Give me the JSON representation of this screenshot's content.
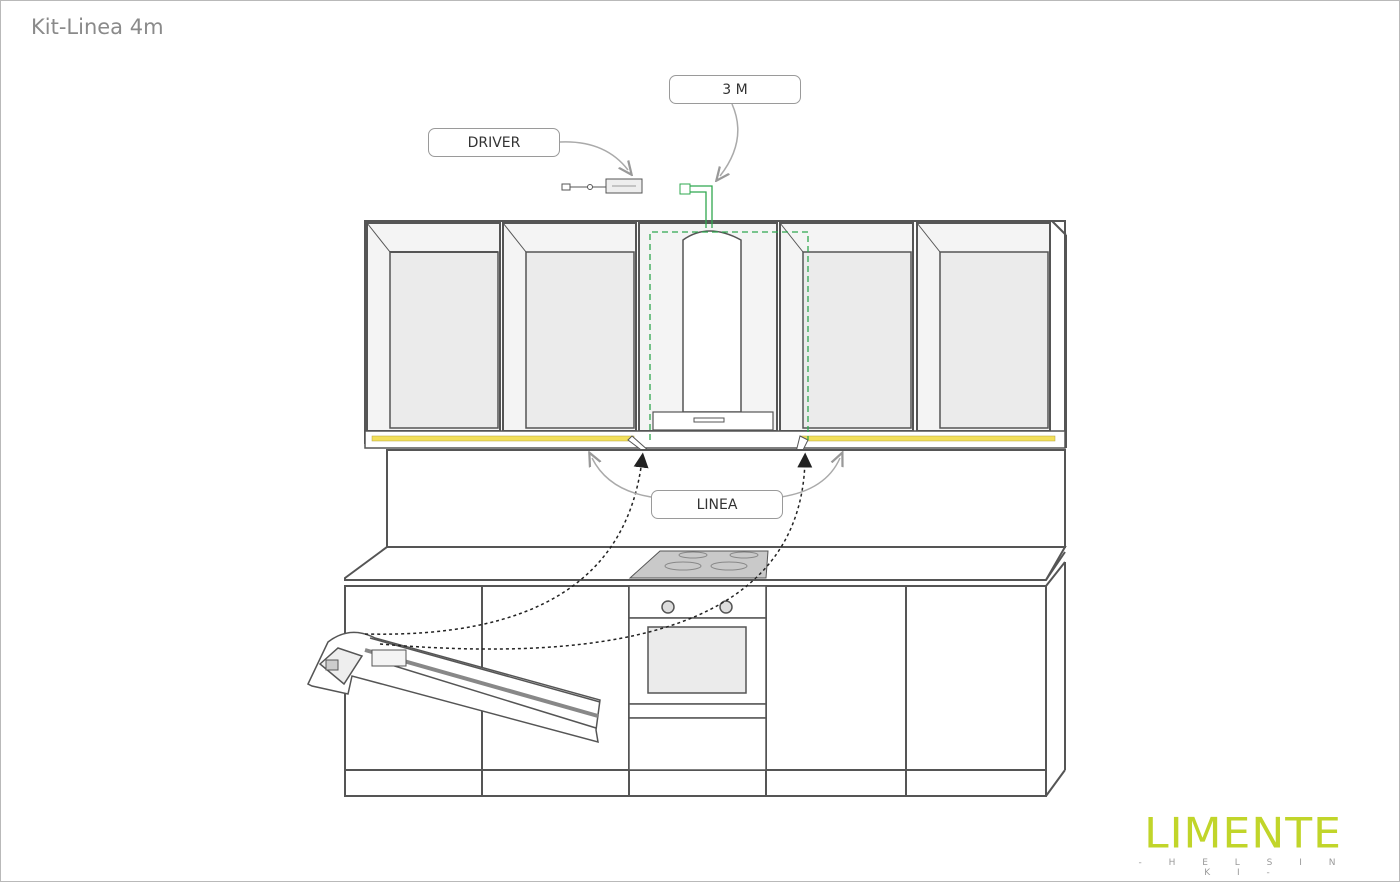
{
  "title": "Kit-Linea 4m",
  "callouts": {
    "three_m": "3 M",
    "driver": "DRIVER",
    "linea": "LINEA"
  },
  "brand": {
    "name": "LIMENTE",
    "subtitle": "- H E L S I N K I -"
  },
  "colors": {
    "led_strip": "#f2df5a",
    "wire": "#2fa84f",
    "brand": "#c1d52a",
    "line": "#555555"
  }
}
